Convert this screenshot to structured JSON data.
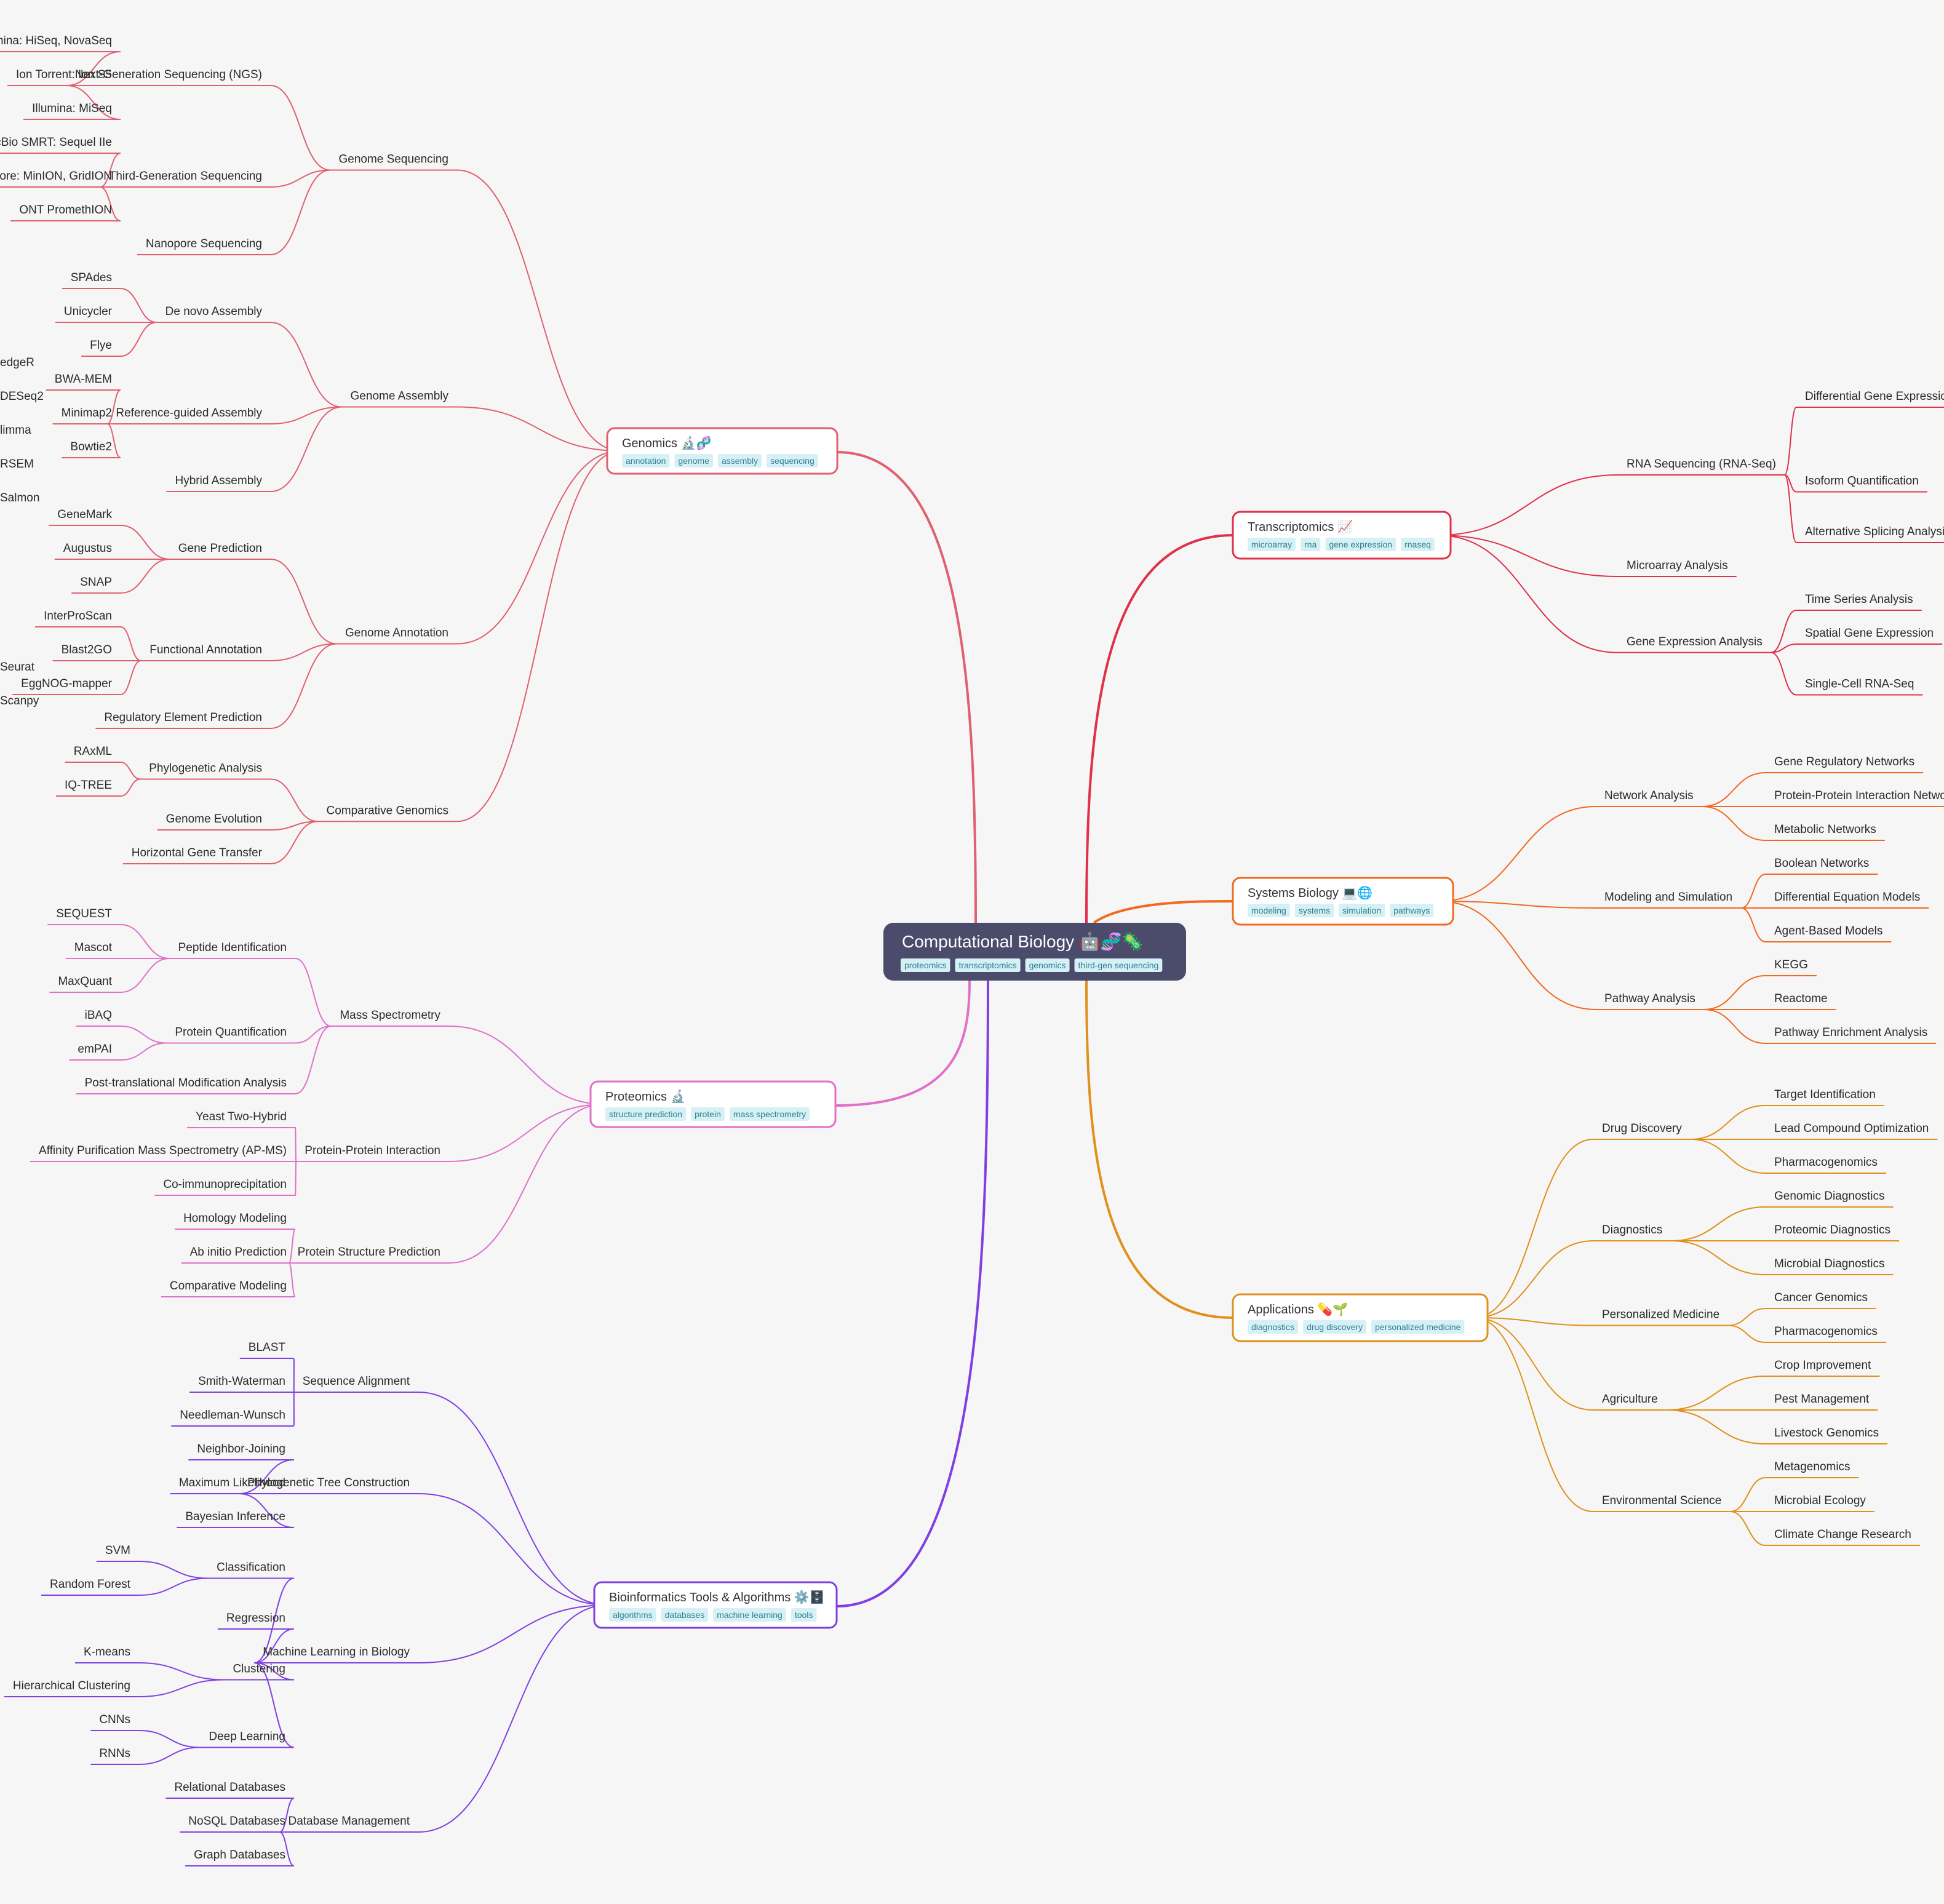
{
  "root": {
    "title": "Computational Biology 🤖🧬🦠",
    "tags": [
      "proteomics",
      "transcriptomics",
      "genomics",
      "third-gen sequencing"
    ]
  },
  "colors": {
    "genomics": "#e06070",
    "proteomics": "#e070c8",
    "tools": "#8040e0",
    "transcriptomics": "#e0304a",
    "systems": "#f06a20",
    "applications": "#e0901c",
    "root_fill": "#4b4b6b",
    "tag_bg": "#d6f1f5",
    "tag_text": "#2f7f8f"
  },
  "branches": [
    {
      "key": "genomics",
      "title": "Genomics 🔬🧬",
      "tags": [
        "annotation",
        "genome",
        "assembly",
        "sequencing"
      ],
      "children": [
        {
          "label": "Genome Sequencing",
          "children": [
            {
              "label": "Next-Generation Sequencing (NGS)",
              "children": [
                {
                  "label": "Illumina: HiSeq, NovaSeq"
                },
                {
                  "label": "Ion Torrent: Ion S5"
                },
                {
                  "label": "Illumina: MiSeq"
                }
              ]
            },
            {
              "label": "Third-Generation Sequencing",
              "children": [
                {
                  "label": "PacBio SMRT: Sequel IIe"
                },
                {
                  "label": "Oxford Nanopore: MinION, GridION"
                },
                {
                  "label": "ONT PromethION"
                }
              ]
            },
            {
              "label": "Nanopore Sequencing"
            }
          ]
        },
        {
          "label": "Genome Assembly",
          "children": [
            {
              "label": "De novo Assembly",
              "children": [
                {
                  "label": "SPAdes"
                },
                {
                  "label": "Unicycler"
                },
                {
                  "label": "Flye"
                }
              ]
            },
            {
              "label": "Reference-guided Assembly",
              "children": [
                {
                  "label": "BWA-MEM"
                },
                {
                  "label": "Minimap2"
                },
                {
                  "label": "Bowtie2"
                }
              ]
            },
            {
              "label": "Hybrid Assembly"
            }
          ]
        },
        {
          "label": "Genome Annotation",
          "children": [
            {
              "label": "Gene Prediction",
              "children": [
                {
                  "label": "GeneMark"
                },
                {
                  "label": "Augustus"
                },
                {
                  "label": "SNAP"
                }
              ]
            },
            {
              "label": "Functional Annotation",
              "children": [
                {
                  "label": "InterProScan"
                },
                {
                  "label": "Blast2GO"
                },
                {
                  "label": "EggNOG-mapper"
                }
              ]
            },
            {
              "label": "Regulatory Element Prediction"
            }
          ]
        },
        {
          "label": "Comparative Genomics",
          "children": [
            {
              "label": "Phylogenetic Analysis",
              "children": [
                {
                  "label": "RAxML"
                },
                {
                  "label": "IQ-TREE"
                }
              ]
            },
            {
              "label": "Genome Evolution"
            },
            {
              "label": "Horizontal Gene Transfer"
            }
          ]
        }
      ]
    },
    {
      "key": "proteomics",
      "title": "Proteomics 🔬",
      "tags": [
        "structure prediction",
        "protein",
        "mass spectrometry"
      ],
      "children": [
        {
          "label": "Mass Spectrometry",
          "children": [
            {
              "label": "Peptide Identification",
              "children": [
                {
                  "label": "SEQUEST"
                },
                {
                  "label": "Mascot"
                },
                {
                  "label": "MaxQuant"
                }
              ]
            },
            {
              "label": "Protein Quantification",
              "children": [
                {
                  "label": "iBAQ"
                },
                {
                  "label": "emPAI"
                }
              ]
            },
            {
              "label": "Post-translational Modification Analysis"
            }
          ]
        },
        {
          "label": "Protein-Protein Interaction",
          "children": [
            {
              "label": "Yeast Two-Hybrid"
            },
            {
              "label": "Affinity Purification Mass Spectrometry (AP-MS)"
            },
            {
              "label": "Co-immunoprecipitation"
            }
          ]
        },
        {
          "label": "Protein Structure Prediction",
          "children": [
            {
              "label": "Homology Modeling"
            },
            {
              "label": "Ab initio Prediction"
            },
            {
              "label": "Comparative Modeling"
            }
          ]
        }
      ]
    },
    {
      "key": "tools",
      "title": "Bioinformatics Tools & Algorithms ⚙️🗄️",
      "tags": [
        "algorithms",
        "databases",
        "machine learning",
        "tools"
      ],
      "children": [
        {
          "label": "Sequence Alignment",
          "children": [
            {
              "label": "BLAST"
            },
            {
              "label": "Smith-Waterman"
            },
            {
              "label": "Needleman-Wunsch"
            }
          ]
        },
        {
          "label": "Phylogenetic Tree Construction",
          "children": [
            {
              "label": "Neighbor-Joining"
            },
            {
              "label": "Maximum Likelihood"
            },
            {
              "label": "Bayesian Inference"
            }
          ]
        },
        {
          "label": "Machine Learning in Biology",
          "children": [
            {
              "label": "Classification",
              "children": [
                {
                  "label": "SVM"
                },
                {
                  "label": "Random Forest"
                }
              ]
            },
            {
              "label": "Regression"
            },
            {
              "label": "Clustering",
              "children": [
                {
                  "label": "K-means"
                },
                {
                  "label": "Hierarchical Clustering"
                }
              ]
            },
            {
              "label": "Deep Learning",
              "children": [
                {
                  "label": "CNNs"
                },
                {
                  "label": "RNNs"
                }
              ]
            }
          ]
        },
        {
          "label": "Database Management",
          "children": [
            {
              "label": "Relational Databases"
            },
            {
              "label": "NoSQL Databases"
            },
            {
              "label": "Graph Databases"
            }
          ]
        }
      ]
    },
    {
      "key": "transcriptomics",
      "title": "Transcriptomics 📈",
      "tags": [
        "microarray",
        "rna",
        "gene expression",
        "rnaseq"
      ],
      "children": [
        {
          "label": "RNA Sequencing (RNA-Seq)",
          "children": [
            {
              "label": "Differential Gene Expression",
              "children": [
                {
                  "label": "edgeR"
                },
                {
                  "label": "DESeq2"
                },
                {
                  "label": "limma"
                }
              ]
            },
            {
              "label": "Isoform Quantification",
              "children": [
                {
                  "label": "RSEM"
                },
                {
                  "label": "Salmon"
                }
              ]
            },
            {
              "label": "Alternative Splicing Analysis"
            }
          ]
        },
        {
          "label": "Microarray Analysis"
        },
        {
          "label": "Gene Expression Analysis",
          "children": [
            {
              "label": "Time Series Analysis"
            },
            {
              "label": "Spatial Gene Expression"
            },
            {
              "label": "Single-Cell RNA-Seq",
              "children": [
                {
                  "label": "Seurat"
                },
                {
                  "label": "Scanpy"
                }
              ]
            }
          ]
        }
      ]
    },
    {
      "key": "systems",
      "title": "Systems Biology 💻🌐",
      "tags": [
        "modeling",
        "systems",
        "simulation",
        "pathways"
      ],
      "children": [
        {
          "label": "Network Analysis",
          "children": [
            {
              "label": "Gene Regulatory Networks"
            },
            {
              "label": "Protein-Protein Interaction Networks"
            },
            {
              "label": "Metabolic Networks"
            }
          ]
        },
        {
          "label": "Modeling and Simulation",
          "children": [
            {
              "label": "Boolean Networks"
            },
            {
              "label": "Differential Equation Models"
            },
            {
              "label": "Agent-Based Models"
            }
          ]
        },
        {
          "label": "Pathway Analysis",
          "children": [
            {
              "label": "KEGG"
            },
            {
              "label": "Reactome"
            },
            {
              "label": "Pathway Enrichment Analysis"
            }
          ]
        }
      ]
    },
    {
      "key": "applications",
      "title": "Applications 💊🌱",
      "tags": [
        "diagnostics",
        "drug discovery",
        "personalized medicine"
      ],
      "children": [
        {
          "label": "Drug Discovery",
          "children": [
            {
              "label": "Target Identification"
            },
            {
              "label": "Lead Compound Optimization"
            },
            {
              "label": "Pharmacogenomics"
            }
          ]
        },
        {
          "label": "Diagnostics",
          "children": [
            {
              "label": "Genomic Diagnostics"
            },
            {
              "label": "Proteomic Diagnostics"
            },
            {
              "label": "Microbial Diagnostics"
            }
          ]
        },
        {
          "label": "Personalized Medicine",
          "children": [
            {
              "label": "Cancer Genomics"
            },
            {
              "label": "Pharmacogenomics"
            }
          ]
        },
        {
          "label": "Agriculture",
          "children": [
            {
              "label": "Crop Improvement"
            },
            {
              "label": "Pest Management"
            },
            {
              "label": "Livestock Genomics"
            }
          ]
        },
        {
          "label": "Environmental Science",
          "children": [
            {
              "label": "Metagenomics"
            },
            {
              "label": "Microbial Ecology"
            },
            {
              "label": "Climate Change Research"
            }
          ]
        }
      ]
    }
  ]
}
